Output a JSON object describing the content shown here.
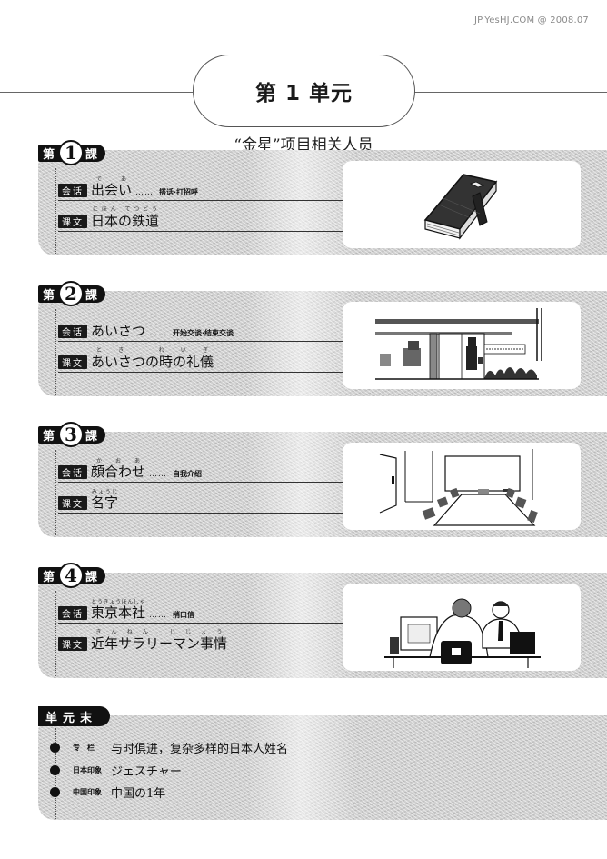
{
  "watermark": "JP.YesHJ.COM @ 2008.07",
  "unit": {
    "title": "第 1 单元",
    "subtitle": "“金星”项目相关人员"
  },
  "labels": {
    "dai": "第",
    "ka": "課",
    "kaiwa": "会话",
    "honbun": "课文",
    "dots": "……"
  },
  "lessons": [
    {
      "number": "1",
      "kaiwa": {
        "title": "出会い",
        "ruby": "であ",
        "note": "搭话·打招呼"
      },
      "honbun": {
        "title": "日本の鉄道",
        "ruby": "にほん  てつどう"
      },
      "illustration": "book-illustration"
    },
    {
      "number": "2",
      "kaiwa": {
        "title": "あいさつ",
        "ruby": "",
        "note": "开始交谈·结束交谈"
      },
      "honbun": {
        "title": "あいさつの時の礼儀",
        "ruby": "とき  れいぎ"
      },
      "illustration": "office-entrance-illustration"
    },
    {
      "number": "3",
      "kaiwa": {
        "title": "顔合わせ",
        "ruby": "かおあ",
        "note": "自我介绍"
      },
      "honbun": {
        "title": "名字",
        "ruby": "みょうじ"
      },
      "illustration": "meeting-room-illustration"
    },
    {
      "number": "4",
      "kaiwa": {
        "title": "東京本社",
        "ruby": "とうきょうほんしゃ",
        "note": "捎口信"
      },
      "honbun": {
        "title": "近年サラリーマン事情",
        "ruby": "きんねん  じじょう"
      },
      "illustration": "office-desk-illustration"
    }
  ],
  "unit_end": {
    "label": "单元末",
    "items": [
      {
        "category": "专　栏",
        "text": "与时俱进，复杂多样的日本人姓名"
      },
      {
        "category": "日本印象",
        "text": "ジェスチャー"
      },
      {
        "category": "中国印象",
        "text": "中国の1年"
      }
    ]
  }
}
